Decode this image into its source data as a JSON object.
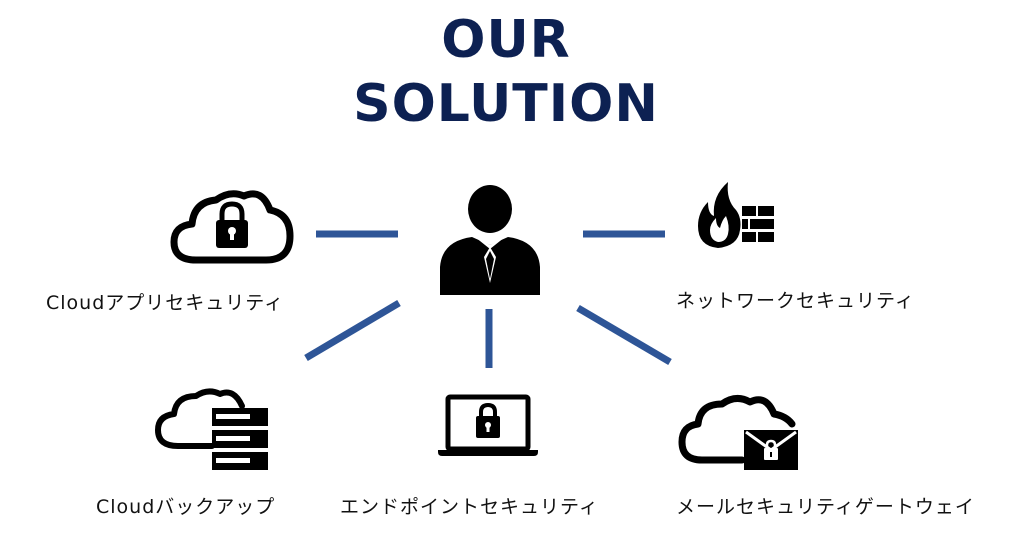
{
  "title": {
    "line1": "OUR",
    "line2": "SOLUTION"
  },
  "colors": {
    "title": "#0d2152",
    "connector": "#2e5597",
    "icon": "#000000"
  },
  "nodes": {
    "center": {
      "icon": "businessman-icon"
    },
    "cloud_app_security": {
      "label": "Cloudアプリセキュリティ",
      "icon": "cloud-lock-icon"
    },
    "network_security": {
      "label": "ネットワークセキュリティ",
      "icon": "firewall-icon"
    },
    "cloud_backup": {
      "label": "Cloudバックアップ",
      "icon": "cloud-server-icon"
    },
    "endpoint_security": {
      "label": "エンドポイントセキュリティ",
      "icon": "laptop-lock-icon"
    },
    "mail_security_gateway": {
      "label": "メールセキュリティゲートウェイ",
      "icon": "cloud-mail-lock-icon"
    }
  }
}
